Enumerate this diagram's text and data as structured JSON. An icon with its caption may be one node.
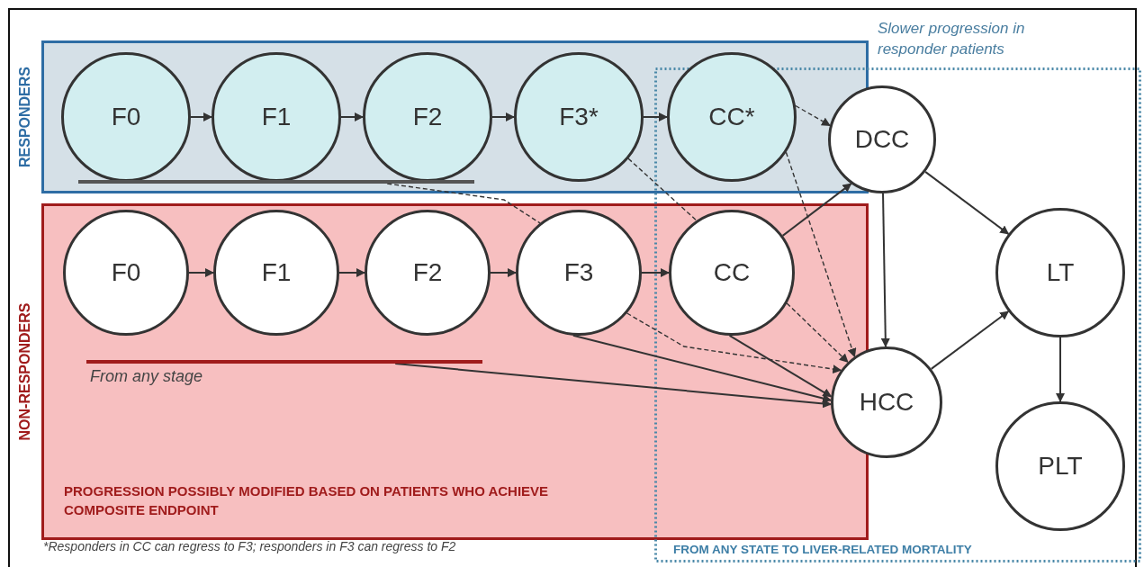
{
  "diagram": {
    "nodes": [
      {
        "text": [
          "RESPONDERS"
        ]
      },
      {
        "text": [
          "F0"
        ],
        "in": 0
      },
      {
        "text": [
          "F1"
        ],
        "in": 0
      },
      {
        "text": [
          "F2"
        ],
        "in": 0
      },
      {
        "text": [
          "F3*"
        ],
        "in": 0
      },
      {
        "text": [
          "CC*"
        ],
        "in": 0
      },
      {
        "text": [],
        "shape": "bar",
        "in": 0
      },
      {
        "text": [
          "NON-RESPONDERS",
          "PROGRESSION POSSIBLY MODIFIED BASED ON PATIENTS WHO ACHIEVE COMPOSITE ENDPOINT"
        ]
      },
      {
        "text": [
          "F0"
        ],
        "in": 7
      },
      {
        "text": [
          "F1"
        ],
        "in": 7
      },
      {
        "text": [
          "F2"
        ],
        "in": 7
      },
      {
        "text": [
          "F3"
        ],
        "in": 7
      },
      {
        "text": [
          "CC"
        ],
        "in": 7
      },
      {
        "text": [],
        "shape": "bar",
        "in": 7,
        "beside": [
          "From any stage"
        ]
      },
      {
        "text": [
          "DCC"
        ]
      },
      {
        "text": [
          "LT"
        ]
      },
      {
        "text": [
          "HCC"
        ]
      },
      {
        "text": [
          "PLT"
        ]
      }
    ],
    "edges": [
      {
        "from": 1,
        "to": 2,
        "arrow": "to"
      },
      {
        "from": 2,
        "to": 3,
        "arrow": "to"
      },
      {
        "from": 3,
        "to": 4,
        "arrow": "to"
      },
      {
        "from": 4,
        "to": 5,
        "arrow": "to"
      },
      {
        "from": 8,
        "to": 9,
        "arrow": "to"
      },
      {
        "from": 9,
        "to": 10,
        "arrow": "to"
      },
      {
        "from": 10,
        "to": 11,
        "arrow": "to"
      },
      {
        "from": 11,
        "to": 12,
        "arrow": "to"
      },
      {
        "from": 6,
        "to": 11,
        "arrow": "none",
        "style": "dashed"
      },
      {
        "from": 4,
        "to": 12,
        "arrow": "none",
        "style": "dashed"
      },
      {
        "from": 5,
        "to": 14,
        "arrow": "to",
        "style": "dashed"
      },
      {
        "from": 5,
        "to": 16,
        "arrow": "to",
        "style": "dashed"
      },
      {
        "from": 11,
        "to": 16,
        "arrow": "to",
        "style": "dashed"
      },
      {
        "from": 12,
        "to": 16,
        "arrow": "to",
        "style": "dashed"
      },
      {
        "from": 12,
        "to": 14,
        "arrow": "to"
      },
      {
        "from": 11,
        "to": 16,
        "arrow": "to"
      },
      {
        "from": 12,
        "to": 16,
        "arrow": "to"
      },
      {
        "from": 13,
        "to": 16,
        "arrow": "to"
      },
      {
        "from": 14,
        "to": 16,
        "arrow": "to"
      },
      {
        "from": 14,
        "to": 15,
        "arrow": "to"
      },
      {
        "from": 16,
        "to": 15,
        "arrow": "to"
      },
      {
        "from": 15,
        "to": 17,
        "arrow": "to"
      }
    ],
    "labels": [
      "Slower progression in responder patients",
      "*Responders in CC can regress to F3; responders in F3 can regress to F2",
      "FROM ANY STATE TO LIVER-RELATED MORTALITY"
    ]
  }
}
